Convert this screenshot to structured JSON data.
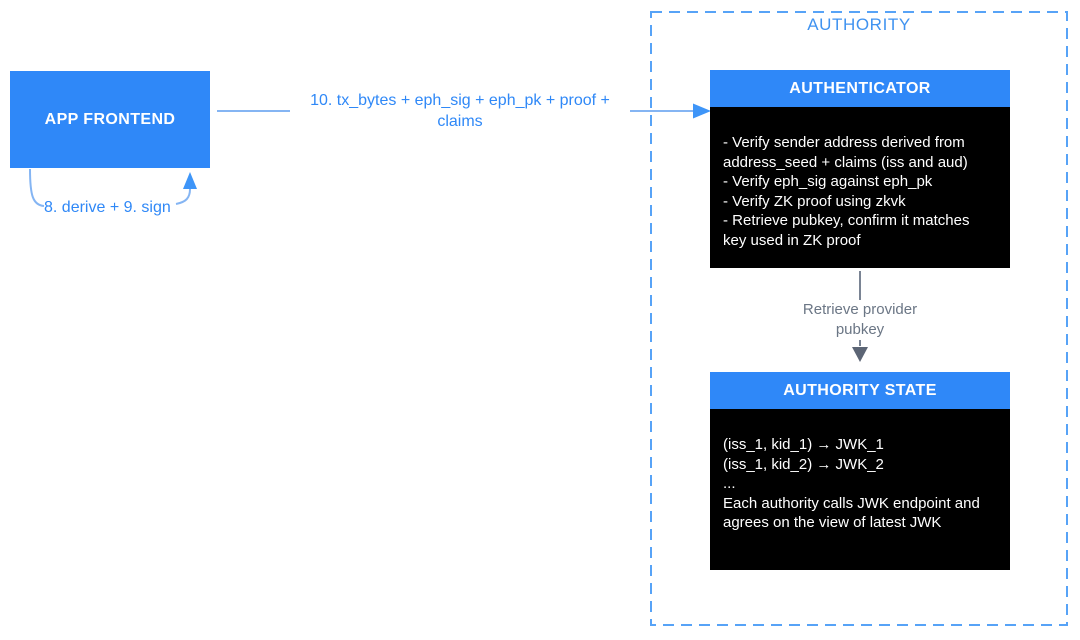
{
  "diagram": {
    "app_frontend": {
      "label": "APP FRONTEND"
    },
    "self_loop_label": "8. derive + 9. sign",
    "request_arrow_label": "10. tx_bytes + eph_sig + eph_pk + proof +\nclaims",
    "authority": {
      "title": "AUTHORITY",
      "authenticator": {
        "title": "AUTHENTICATOR",
        "body": "- Verify sender address derived from\naddress_seed + claims (iss and aud)\n- Verify eph_sig against eph_pk\n- Verify ZK proof using zkvk\n- Retrieve pubkey, confirm it matches\nkey used in ZK proof"
      },
      "retrieve_arrow_label": "Retrieve provider\npubkey",
      "authority_state": {
        "title": "AUTHORITY STATE",
        "body": "(iss_1, kid_1) → JWK_1\n(iss_1, kid_2) → JWK_2\n...\nEach authority calls JWK endpoint and\nagrees on the view of latest JWK"
      }
    },
    "colors": {
      "box_blue": "#2F88F8",
      "label_blue": "#2F88F7",
      "dashed_border_blue": "#57A3F7",
      "authority_title_blue": "#4093F0",
      "arrow_line_blue": "#85B5F3",
      "arrowhead_blue": "#3E95F8",
      "arrow_line_gray": "#7A8494",
      "arrowhead_gray": "#5C6575",
      "body_black": "#000000",
      "text_white": "#FFFFFF"
    }
  }
}
